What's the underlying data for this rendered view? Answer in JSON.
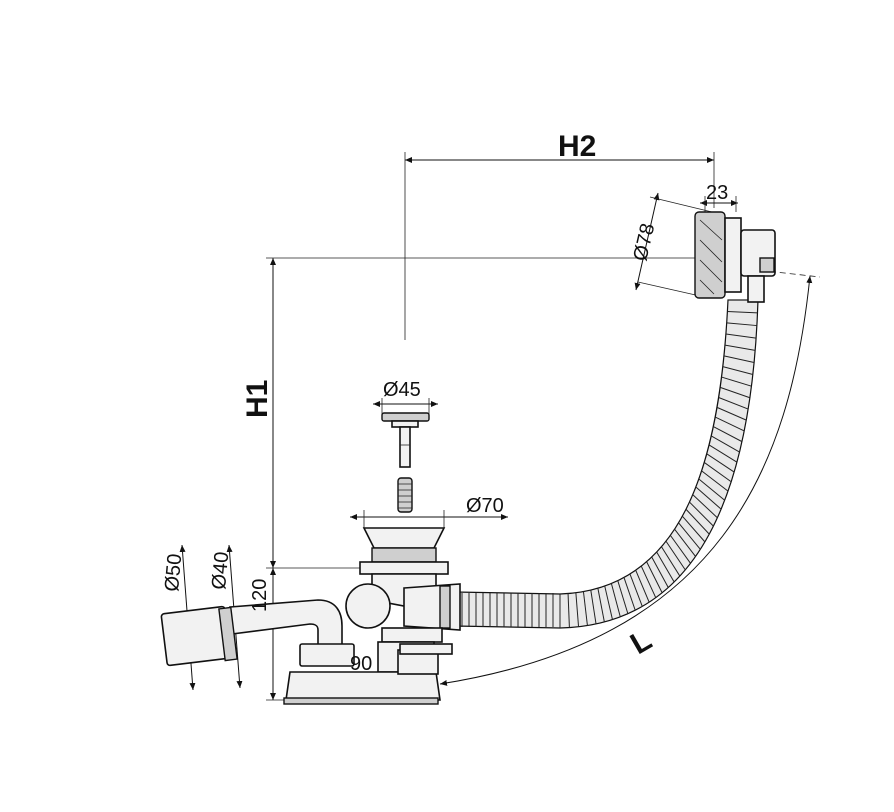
{
  "labels": {
    "h2": "H2",
    "h1": "H1",
    "l": "L",
    "d23": "23",
    "d78": "Ø78",
    "d45": "Ø45",
    "d70": "Ø70",
    "d50": "Ø50",
    "d40": "Ø40",
    "d120": "120",
    "d90": "90"
  },
  "colors": {
    "line": "#111111",
    "fill": "#f2f2f2",
    "metal": "#cfcfcf",
    "background": "#ffffff"
  }
}
